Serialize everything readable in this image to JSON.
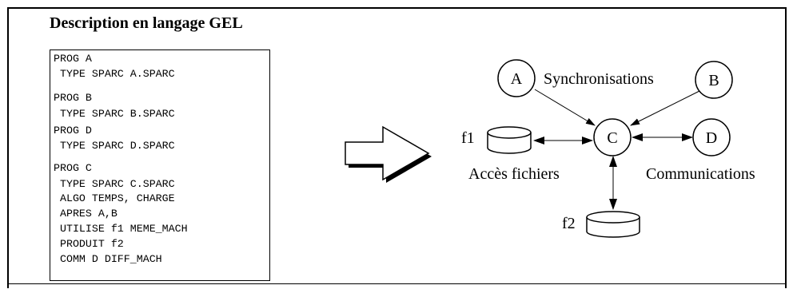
{
  "title": "Description en langage GEL",
  "code": {
    "lines": [
      "PROG A",
      " TYPE SPARC A.SPARC",
      "PROG B",
      " TYPE SPARC B.SPARC",
      "PROG D",
      " TYPE SPARC D.SPARC",
      "PROG C",
      " TYPE SPARC C.SPARC",
      " ALGO TEMPS, CHARGE",
      " APRES A,B",
      " UTILISE f1 MEME_MACH",
      " PRODUIT f2",
      " COMM D DIFF_MACH"
    ]
  },
  "diagram": {
    "nodes": {
      "a": "A",
      "b": "B",
      "c": "C",
      "d": "D"
    },
    "files": {
      "f1": "f1",
      "f2": "f2"
    },
    "labels": {
      "synchronisations": "Synchronisations",
      "acces_fichiers": "Accès fichiers",
      "communications": "Communications"
    }
  }
}
